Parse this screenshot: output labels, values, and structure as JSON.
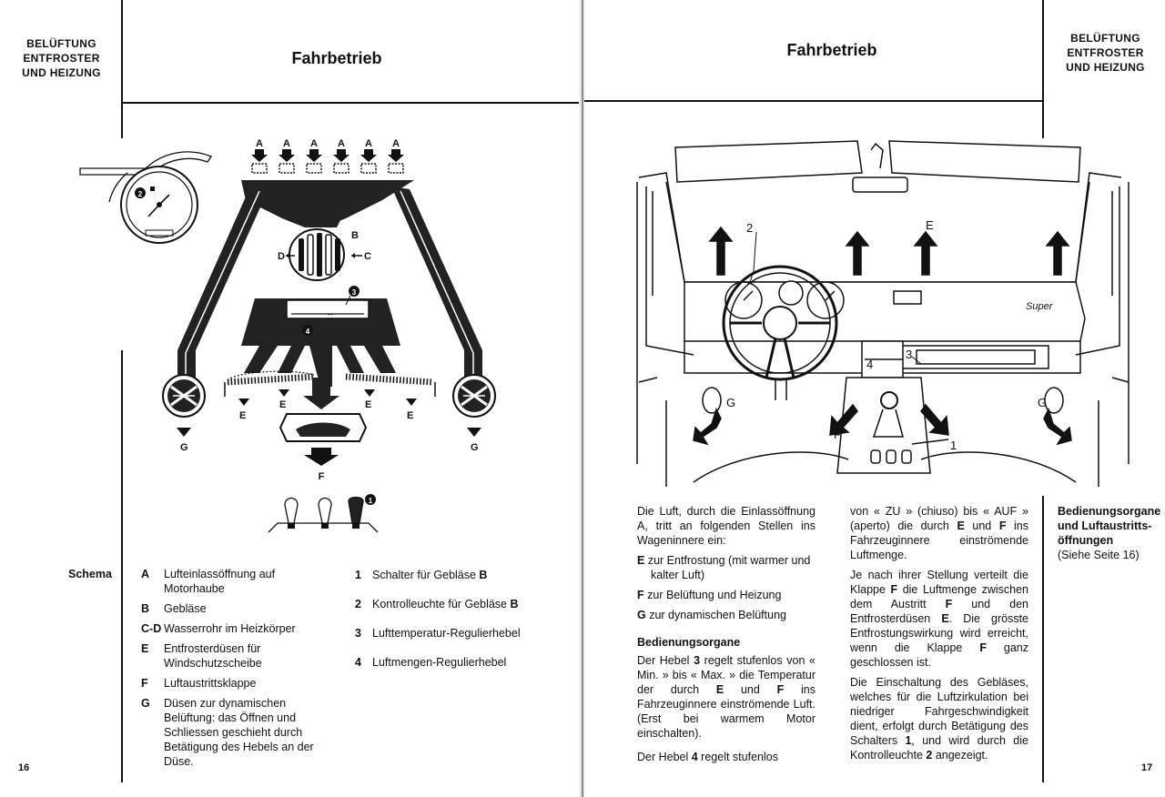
{
  "left": {
    "section_tag": [
      "BELÜFTUNG",
      "ENTFROSTER",
      "UND HEIZUNG"
    ],
    "title": "Fahrbetrieb",
    "page_number": "16",
    "schema_label": "Schema",
    "diagram": {
      "labels": {
        "A": "A",
        "B": "B",
        "C": "C",
        "D": "D",
        "E": "E",
        "F": "F",
        "G": "G",
        "n1": "1",
        "n2": "2",
        "n3": "3",
        "n4": "4"
      }
    },
    "legend_left": [
      {
        "key": "A",
        "pre": "Lufteinlassöffnung auf Motorhaube",
        "bold": "",
        "post": ""
      },
      {
        "key": "B",
        "pre": "Gebläse",
        "bold": "",
        "post": ""
      },
      {
        "key": "C-D",
        "pre": "Wasserrohr im Heizkörper",
        "bold": "",
        "post": ""
      },
      {
        "key": "E",
        "pre": "Entfrosterdüsen für Windschutzscheibe",
        "bold": "",
        "post": ""
      },
      {
        "key": "F",
        "pre": "Luftaustrittsklappe",
        "bold": "",
        "post": ""
      },
      {
        "key": "G",
        "pre": "Düsen zur dynamischen Belüftung: das Öffnen und Schliessen geschieht durch Betätigung des Hebels an der Düse.",
        "bold": "",
        "post": ""
      }
    ],
    "legend_right": [
      {
        "key": "1",
        "pre": "Schalter für Gebläse ",
        "bold": "B",
        "post": ""
      },
      {
        "key": "2",
        "pre": "Kontrolleuchte für Gebläse ",
        "bold": "B",
        "post": ""
      },
      {
        "key": "3",
        "pre": "Lufttemperatur-Regulierhebel",
        "bold": "",
        "post": ""
      },
      {
        "key": "4",
        "pre": "Luftmengen-Regulierhebel",
        "bold": "",
        "post": ""
      }
    ]
  },
  "right": {
    "section_tag": [
      "BELÜFTUNG",
      "ENTFROSTER",
      "UND HEIZUNG"
    ],
    "title": "Fahrbetrieb",
    "page_number": "17",
    "illustration": {
      "labels": {
        "n1": "1",
        "n2": "2",
        "n3": "3",
        "n4": "4",
        "E": "E",
        "F": "F",
        "G1": "G",
        "G2": "G"
      },
      "badge": "Super"
    },
    "col1": {
      "intro": "Die Luft, durch die Einlassöffnung A, tritt an folgenden Stellen ins Wageninnere ein:",
      "items": [
        {
          "key": "E",
          "text": " zur Entfrostung (mit warmer und kalter Luft)"
        },
        {
          "key": "F",
          "text": " zur Belüftung und Heizung"
        },
        {
          "key": "G",
          "text": " zur dynamischen Belüftung"
        }
      ],
      "heading": "Bedienungsorgane",
      "p1_a": "Der Hebel ",
      "p1_b": "3",
      "p1_c": " regelt stufenlos von « Min. » bis « Max. » die Temperatur der durch ",
      "p1_d": "E",
      "p1_e": " und ",
      "p1_f": "F",
      "p1_g": " ins Fahrzeuginnere einströmende Luft. (Erst bei warmem Motor einschalten).",
      "p2_a": "Der Hebel ",
      "p2_b": "4",
      "p2_c": " regelt stufenlos"
    },
    "col2": {
      "p1_a": "von « ZU » (chiuso) bis « AUF » (aperto) die durch ",
      "p1_b": "E",
      "p1_c": " und ",
      "p1_d": "F",
      "p1_e": " ins Fahrzeuginnere einströmende Luftmenge.",
      "p2_a": "Je nach ihrer Stellung verteilt die Klappe ",
      "p2_b": "F",
      "p2_c": " die Luftmenge zwischen dem Austritt ",
      "p2_d": "F",
      "p2_e": " und den Entfrosterdüsen ",
      "p2_f": "E",
      "p2_g": ". Die grösste Entfrostungswirkung wird erreicht, wenn die Klappe ",
      "p2_h": "F",
      "p2_i": " ganz geschlossen ist.",
      "p3_a": "Die Einschaltung des Gebläses, welches für die Luftzirkulation bei niedriger Fahrgeschwindigkeit dient, erfolgt durch Betätigung des Schalters ",
      "p3_b": "1",
      "p3_c": ", und wird durch die Kontrolleuchte ",
      "p3_d": "2",
      "p3_e": " angezeigt."
    },
    "side": {
      "head": [
        "Bedienungsorgane",
        "und Luftaustritts-",
        "öffnungen"
      ],
      "ref": "(Siehe Seite 16)"
    }
  }
}
